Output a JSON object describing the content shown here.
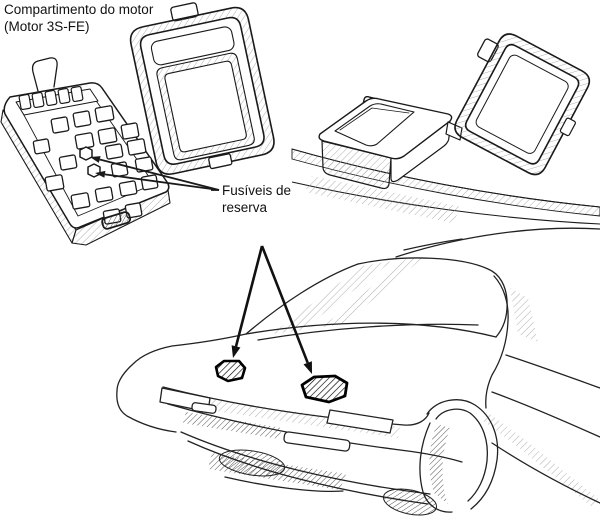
{
  "header": {
    "title_line1": "Compartimento do motor",
    "title_line2": "(Motor 3S-FE)"
  },
  "callout": {
    "label_line1": "Fusíveis de",
    "label_line2": "reserva"
  },
  "figure": {
    "type": "technical-line-illustration",
    "ink_color": "#1a1a1a",
    "paper_color": "#ffffff",
    "elements": [
      "engine-fusebox",
      "engine-fusebox-cover",
      "relay-box",
      "relay-box-cover",
      "car-front-three-quarter-view",
      "spare-fuse-location-left",
      "spare-fuse-location-right"
    ]
  }
}
